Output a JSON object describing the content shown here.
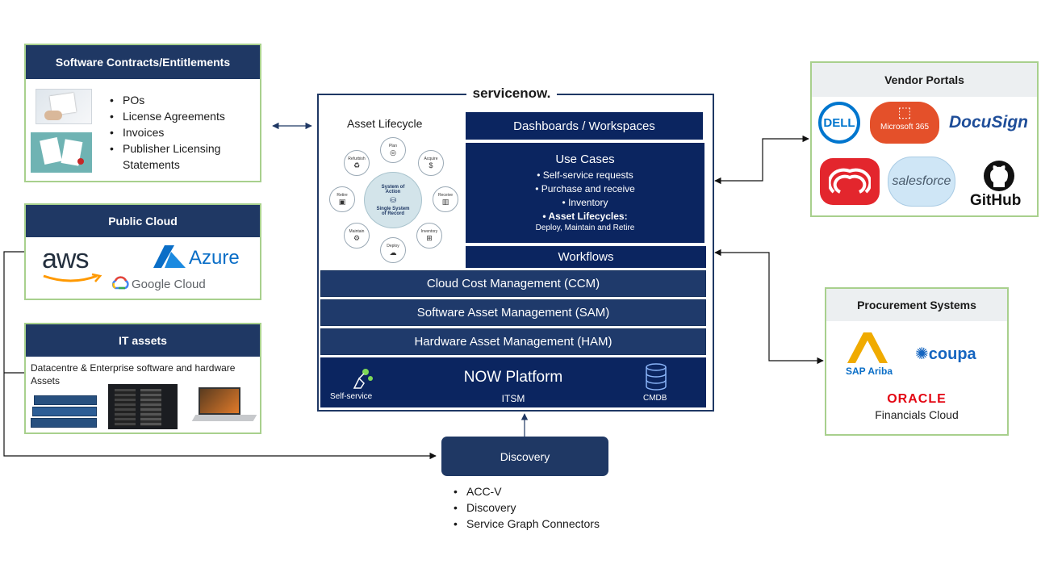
{
  "software_contracts": {
    "title": "Software Contracts/Entitlements",
    "items": [
      "POs",
      "License Agreements",
      "Invoices",
      "Publisher Licensing Statements"
    ]
  },
  "public_cloud": {
    "title": "Public Cloud",
    "aws": "aws",
    "azure": "Azure",
    "google": "Google Cloud"
  },
  "it_assets": {
    "title": "IT assets",
    "description": "Datacentre & Enterprise software and hardware Assets"
  },
  "platform": {
    "brand": "servicenow.",
    "asset_lifecycle": {
      "title": "Asset Lifecycle",
      "center_top": "System of Action",
      "center_bottom": "Single System of Record",
      "stages": [
        "Plan",
        "Acquire",
        "Receive",
        "Inventory",
        "Deploy",
        "Maintain",
        "Retire",
        "Refurbish"
      ]
    },
    "dashboards": "Dashboards / Workspaces",
    "use_cases": {
      "title": "Use Cases",
      "items": [
        "Self-service requests",
        "Purchase and receive",
        "Inventory"
      ],
      "bold_item": "Asset Lifecycles:",
      "bold_sub": "Deploy, Maintain and Retire"
    },
    "workflows": "Workflows",
    "ccm": "Cloud Cost Management (CCM)",
    "sam": "Software Asset Management (SAM)",
    "ham": "Hardware Asset Management (HAM)",
    "now": {
      "title": "NOW Platform",
      "left": "Self-service",
      "center": "ITSM",
      "right": "CMDB"
    }
  },
  "discovery": {
    "label": "Discovery",
    "items": [
      "ACC-V",
      "Discovery",
      "Service Graph Connectors"
    ]
  },
  "vendor_portals": {
    "title": "Vendor Portals",
    "dell": "DELL",
    "microsoft": "Microsoft 365",
    "docusign": "DocuSign",
    "salesforce": "salesforce",
    "github": "GitHub"
  },
  "procurement": {
    "title": "Procurement Systems",
    "sap": "SAP Ariba",
    "coupa": "coupa",
    "oracle": "ORACLE",
    "oracle_sub": "Financials Cloud"
  },
  "colors": {
    "navy": "#0b2560",
    "header_navy": "#1f3864",
    "green_border": "#a8d08d"
  }
}
